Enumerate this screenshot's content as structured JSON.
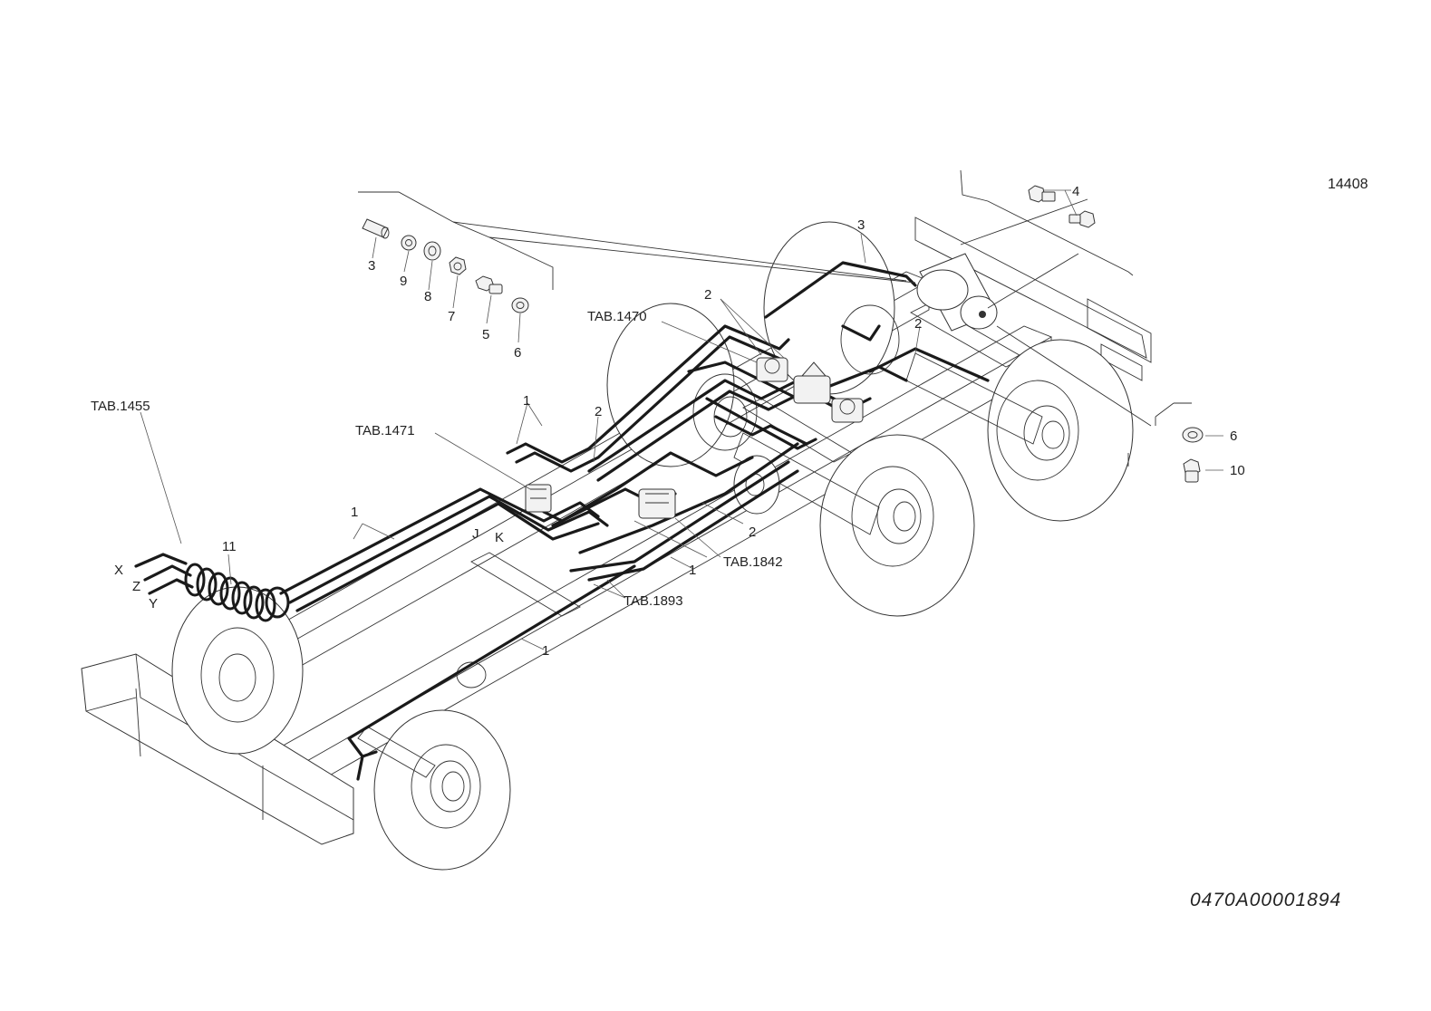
{
  "drawing_number": "14408",
  "drawing_code": "0470A00001894",
  "references": {
    "tab_1470": "TAB.1470",
    "tab_1455": "TAB.1455",
    "tab_1471": "TAB.1471",
    "tab_1842": "TAB.1842",
    "tab_1893": "TAB.1893"
  },
  "callouts": {
    "c1a": "1",
    "c1b": "1",
    "c1c": "1",
    "c1d": "1",
    "c2a": "2",
    "c2b": "2",
    "c2c": "2",
    "c2d": "2",
    "c3a": "3",
    "c3b": "3",
    "c4": "4",
    "c5": "5",
    "c6a": "6",
    "c6b": "6",
    "c7": "7",
    "c8": "8",
    "c9": "9",
    "c10": "10",
    "c11": "11"
  },
  "connectors": {
    "x": "X",
    "z": "Z",
    "y": "Y",
    "j": "J",
    "k": "K"
  }
}
